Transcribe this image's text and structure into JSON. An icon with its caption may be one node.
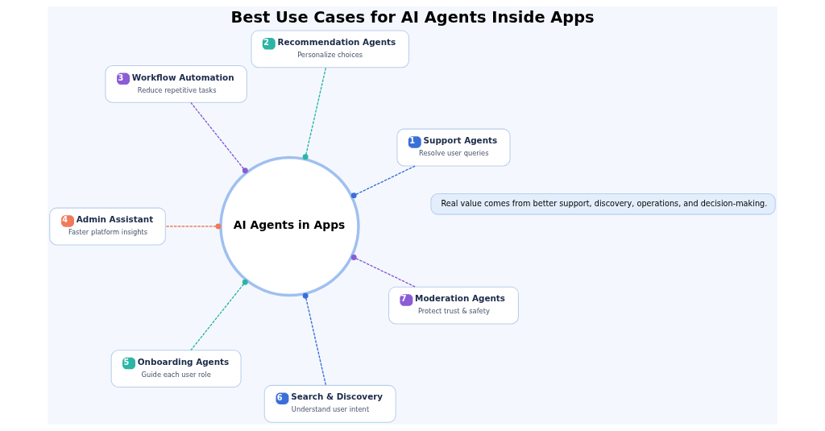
{
  "diagram": {
    "title": "Best Use Cases for AI Agents Inside Apps",
    "nodes": [
      {
        "text": [
          "AI Agents in Apps"
        ]
      },
      {
        "text": [
          "1",
          "Support Agents",
          "Resolve user queries"
        ]
      },
      {
        "text": [
          "2",
          "Recommendation Agents",
          "Personalize choices"
        ]
      },
      {
        "text": [
          "3",
          "Workflow Automation",
          "Reduce repetitive tasks"
        ]
      },
      {
        "text": [
          "4",
          "Admin Assistant",
          "Faster platform insights"
        ]
      },
      {
        "text": [
          "5",
          "Onboarding Agents",
          "Guide each user role"
        ]
      },
      {
        "text": [
          "6",
          "Search & Discovery",
          "Understand user intent"
        ]
      },
      {
        "text": [
          "7",
          "Moderation Agents",
          "Protect trust & safety"
        ]
      },
      {
        "text": [
          "Real value comes from better support, discovery, operations, and decision-making."
        ]
      }
    ],
    "edges": [
      {
        "from": 0,
        "to": 1,
        "arrow": "other",
        "style": "dashed",
        "color": "#3b6fd8"
      },
      {
        "from": 0,
        "to": 2,
        "arrow": "other",
        "style": "dashed",
        "color": "#2bb5a5"
      },
      {
        "from": 0,
        "to": 3,
        "arrow": "other",
        "style": "dashed",
        "color": "#8a5cd6"
      },
      {
        "from": 0,
        "to": 4,
        "arrow": "other",
        "style": "dashed",
        "color": "#f07a5a"
      },
      {
        "from": 0,
        "to": 5,
        "arrow": "other",
        "style": "dashed",
        "color": "#2bb5a5"
      },
      {
        "from": 0,
        "to": 6,
        "arrow": "other",
        "style": "dashed",
        "color": "#3b6fd8"
      },
      {
        "from": 0,
        "to": 7,
        "arrow": "other",
        "style": "dashed",
        "color": "#8a5cd6"
      }
    ]
  }
}
